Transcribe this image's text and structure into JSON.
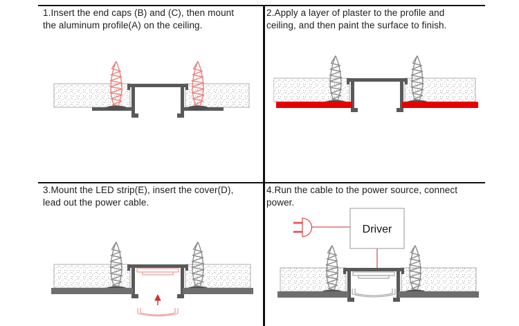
{
  "panels": [
    {
      "step": "1",
      "lines": [
        "1.Insert the end caps (B) and (C), then mount",
        "the aluminum profile(A) on the ceiling."
      ]
    },
    {
      "step": "2",
      "lines": [
        "2.Apply a layer of plaster to the profile and",
        "ceiling, and then paint the surface to finish."
      ]
    },
    {
      "step": "3",
      "lines": [
        "3.Mount the LED strip(E), insert the cover(D),",
        "lead out the power cable."
      ]
    },
    {
      "step": "4",
      "lines": [
        "4.Run the cable to the power source, connect",
        "power."
      ]
    }
  ],
  "driver_label": "Driver",
  "colors": {
    "profile_gray": "#595959",
    "plaster_red": "#e60000",
    "plaster_painted_gray": "#6e6e6e",
    "screw_highlight_red": "#e8837f",
    "screw_gray": "#8d8d8d",
    "cable_red": "#e05050",
    "arrow_red": "#cc3333",
    "border_black": "#111111"
  }
}
